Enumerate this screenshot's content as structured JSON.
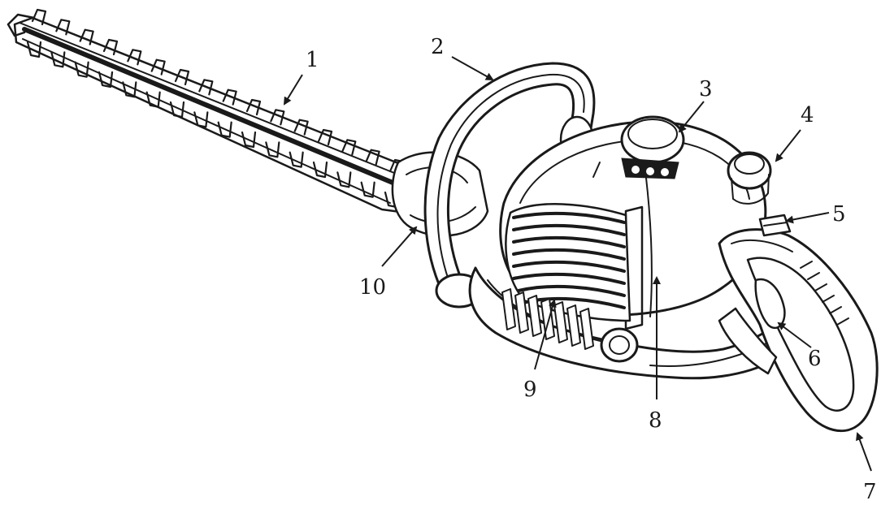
{
  "callouts": [
    {
      "id": "1",
      "label": "1"
    },
    {
      "id": "2",
      "label": "2"
    },
    {
      "id": "3",
      "label": "3"
    },
    {
      "id": "4",
      "label": "4"
    },
    {
      "id": "5",
      "label": "5"
    },
    {
      "id": "6",
      "label": "6"
    },
    {
      "id": "7",
      "label": "7"
    },
    {
      "id": "8",
      "label": "8"
    },
    {
      "id": "9",
      "label": "9"
    },
    {
      "id": "10",
      "label": "10"
    }
  ],
  "colors": {
    "ink": "#1a1a1a",
    "background": "#ffffff"
  }
}
